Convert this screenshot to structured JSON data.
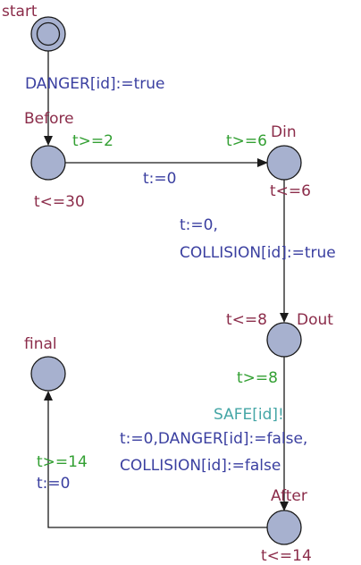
{
  "locations": {
    "start": {
      "name": "start"
    },
    "before": {
      "name": "Before",
      "invariant": "t<=30"
    },
    "din": {
      "name": "Din",
      "invariant": "t<=6"
    },
    "dout": {
      "name": "Dout",
      "invariant": "t<=8"
    },
    "after": {
      "name": "After",
      "invariant": "t<=14"
    },
    "final": {
      "name": "final"
    }
  },
  "edges": {
    "start_before": {
      "assign": "DANGER[id]:=true"
    },
    "before_din": {
      "guard_before": "t>=2",
      "guard_din": "t>=6",
      "assign": "t:=0"
    },
    "din_dout": {
      "assign_1": "t:=0,",
      "assign_2": "COLLISION[id]:=true"
    },
    "dout_after": {
      "guard": "t>=8",
      "sync": "SAFE[id]!",
      "assign_1": "t:=0,DANGER[id]:=false,",
      "assign_2": "COLLISION[id]:=false"
    },
    "after_final": {
      "guard": "t>=14",
      "assign": "t:=0"
    }
  },
  "colors": {
    "location_fill": "#a7b1cf",
    "name": "#8b2c4a",
    "guard": "#33a033",
    "assignment": "#3a3fa0",
    "sync": "#45a6a6"
  }
}
